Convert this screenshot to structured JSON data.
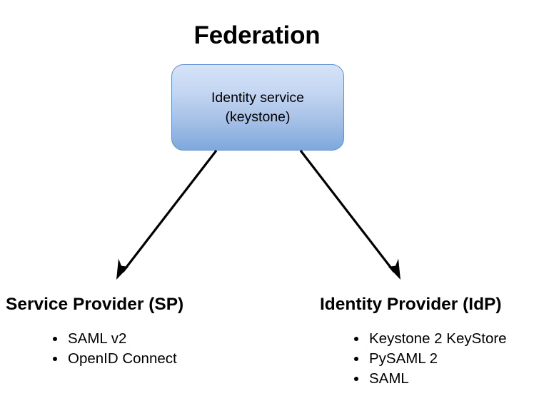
{
  "diagram": {
    "title": "Federation",
    "type": "flow-diagram",
    "background_color": "#ffffff",
    "text_color": "#000000",
    "central_node": {
      "name": "identity-service",
      "line1": "Identity service",
      "line2": "(keystone)",
      "fill_top_color": "#d6e3f8",
      "fill_bottom_color": "#7ea8dc",
      "border_color": "#5b8fd0"
    },
    "connectors": [
      {
        "name": "arrow-to-service-provider",
        "from": "identity-service",
        "to": "service-provider",
        "direction": "down-left",
        "color": "#000000",
        "arrowhead": "filled-triangle"
      },
      {
        "name": "arrow-to-identity-provider",
        "from": "identity-service",
        "to": "identity-provider",
        "direction": "down-right",
        "color": "#000000",
        "arrowhead": "filled-triangle"
      }
    ],
    "columns": [
      {
        "name": "service-provider",
        "heading": "Service Provider (SP)",
        "items": [
          "SAML v2",
          "OpenID Connect"
        ]
      },
      {
        "name": "identity-provider",
        "heading": "Identity Provider (IdP)",
        "items": [
          "Keystone 2 KeyStore",
          "PySAML 2",
          "SAML"
        ]
      }
    ]
  }
}
